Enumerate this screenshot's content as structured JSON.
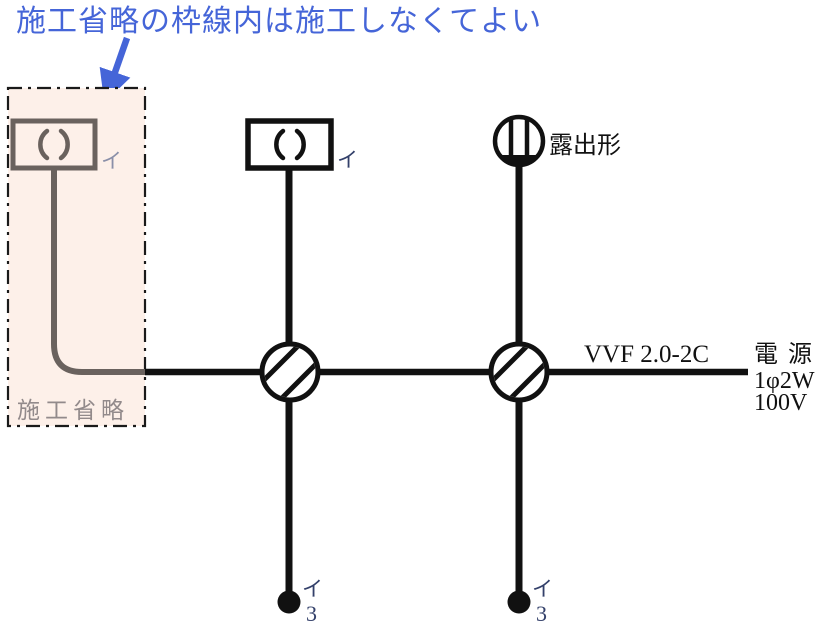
{
  "annotation": {
    "text": "施工省略の枠線内は施工しなくてよい",
    "color": "#4565d8"
  },
  "omission_area": {
    "label": "施工省略",
    "background": "#fdf0e9",
    "faded_wire_color": "#6a625e",
    "label_color": "#928a8b"
  },
  "devices": {
    "omitted_light": {
      "circuit": "イ"
    },
    "middle_light": {
      "circuit": "イ"
    },
    "rosette": {
      "label": "露出形"
    },
    "switch_left": {
      "circuit": "イ",
      "way": "3"
    },
    "switch_right": {
      "circuit": "イ",
      "way": "3"
    }
  },
  "cable": {
    "label": "VVF 2.0-2C"
  },
  "power": {
    "line1": "電 源",
    "line2": "1φ2W",
    "line3": "100V"
  }
}
